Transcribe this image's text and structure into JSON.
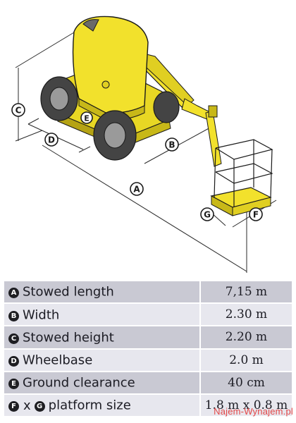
{
  "diagram": {
    "labels": {
      "a": "A",
      "b": "B",
      "c": "C",
      "d": "D",
      "e": "E",
      "f": "F",
      "g": "G"
    }
  },
  "specs": [
    {
      "letter": "A",
      "label": "Stowed length",
      "value": "7,15 m"
    },
    {
      "letter": "B",
      "label": "Width",
      "value": "2.30 m"
    },
    {
      "letter": "C",
      "label": "Stowed height",
      "value": "2.20 m"
    },
    {
      "letter": "D",
      "label": "Wheelbase",
      "value": "2.0 m"
    },
    {
      "letter": "E",
      "label": "Ground clearance",
      "value": "40 cm"
    },
    {
      "letter": "F",
      "letter2": "G",
      "times": "x",
      "label": "platform size",
      "value": "1.8 m x 0.8 m"
    }
  ],
  "watermark": "Najem-Wynajem.pl",
  "colors": {
    "machine_yellow": "#f2e12c",
    "machine_shadow": "#c8b818",
    "row_dark": "#c9c9d3",
    "row_light": "#e7e7ee",
    "watermark": "#e34848"
  }
}
